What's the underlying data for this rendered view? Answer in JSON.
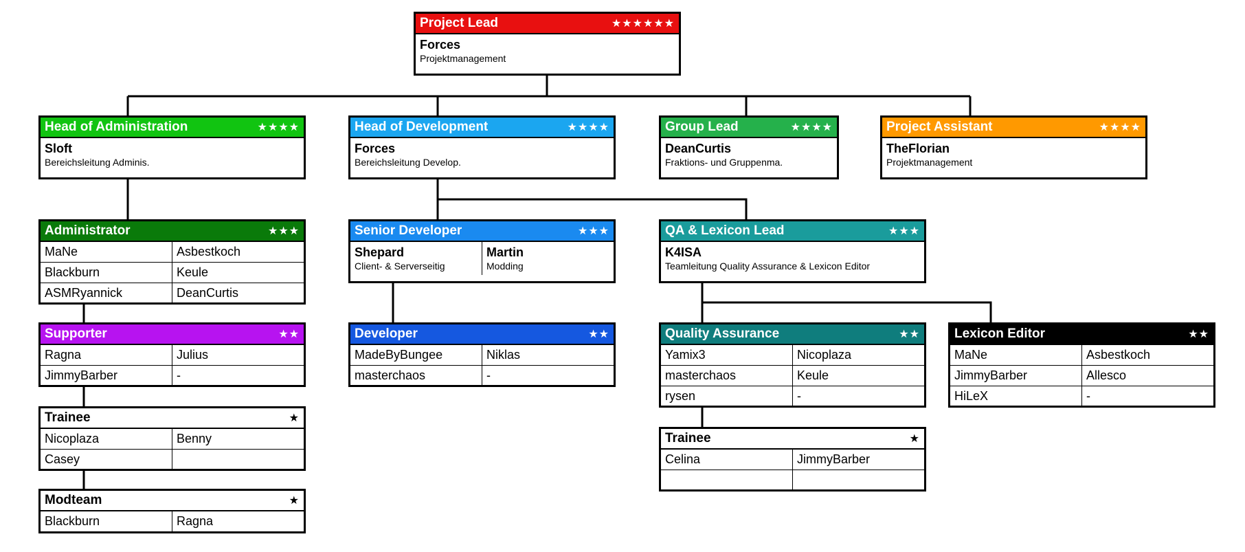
{
  "project_lead": {
    "title": "Project Lead",
    "stars": "★★★★★★",
    "color": "#e81010",
    "name": "Forces",
    "role": "Projektmanagement"
  },
  "head_admin": {
    "title": "Head of Administration",
    "stars": "★★★★",
    "color": "#11c411",
    "name": "Sloft",
    "role": "Bereichsleitung Adminis."
  },
  "head_dev": {
    "title": "Head of Development",
    "stars": "★★★★",
    "color": "#1ba6f0",
    "name": "Forces",
    "role": "Bereichsleitung Develop."
  },
  "group_lead": {
    "title": "Group Lead",
    "stars": "★★★★",
    "color": "#25b14b",
    "name": "DeanCurtis",
    "role": "Fraktions- und Gruppenma."
  },
  "project_assistant": {
    "title": "Project Assistant",
    "stars": "★★★★",
    "color": "#ff9900",
    "name": "TheFlorian",
    "role": "Projektmanagement"
  },
  "administrator": {
    "title": "Administrator",
    "stars": "★★★",
    "color": "#0a7a0a",
    "rows": [
      [
        "MaNe",
        "Asbestkoch"
      ],
      [
        "Blackburn",
        "Keule"
      ],
      [
        "ASMRyannick",
        "DeanCurtis"
      ]
    ]
  },
  "senior_dev": {
    "title": "Senior Developer",
    "stars": "★★★",
    "color": "#1a8af0",
    "people": [
      {
        "name": "Shepard",
        "role": "Client- & Serverseitig"
      },
      {
        "name": "Martin",
        "role": "Modding"
      }
    ]
  },
  "qa_lead": {
    "title": "QA & Lexicon Lead",
    "stars": "★★★",
    "color": "#1a9c9c",
    "name": "K4ISA",
    "role": "Teamleitung Quality Assurance & Lexicon Editor"
  },
  "supporter": {
    "title": "Supporter",
    "stars": "★★",
    "color": "#b713f0",
    "rows": [
      [
        "Ragna",
        "Julius"
      ],
      [
        "JimmyBarber",
        "-"
      ]
    ]
  },
  "developer": {
    "title": "Developer",
    "stars": "★★",
    "color": "#1558e0",
    "rows": [
      [
        "MadeByBungee",
        "Niklas"
      ],
      [
        "masterchaos",
        "-"
      ]
    ]
  },
  "quality_assurance": {
    "title": "Quality Assurance",
    "stars": "★★",
    "color": "#0f7d7d",
    "rows": [
      [
        "Yamix3",
        "Nicoplaza"
      ],
      [
        "masterchaos",
        "Keule"
      ],
      [
        "rysen",
        "-"
      ]
    ]
  },
  "lexicon_editor": {
    "title": "Lexicon Editor",
    "stars": "★★",
    "color": "#000000",
    "rows": [
      [
        "MaNe",
        "Asbestkoch"
      ],
      [
        "JimmyBarber",
        "Allesco"
      ],
      [
        "HiLeX",
        "-"
      ]
    ]
  },
  "trainee_admin": {
    "title": "Trainee",
    "stars": "★",
    "rows": [
      [
        "Nicoplaza",
        "Benny"
      ],
      [
        "Casey",
        ""
      ]
    ]
  },
  "modteam": {
    "title": "Modteam",
    "stars": "★",
    "rows": [
      [
        "Blackburn",
        "Ragna"
      ]
    ]
  },
  "trainee_qa": {
    "title": "Trainee",
    "stars": "★",
    "rows": [
      [
        "Celina",
        "JimmyBarber"
      ],
      [
        "",
        ""
      ]
    ]
  }
}
